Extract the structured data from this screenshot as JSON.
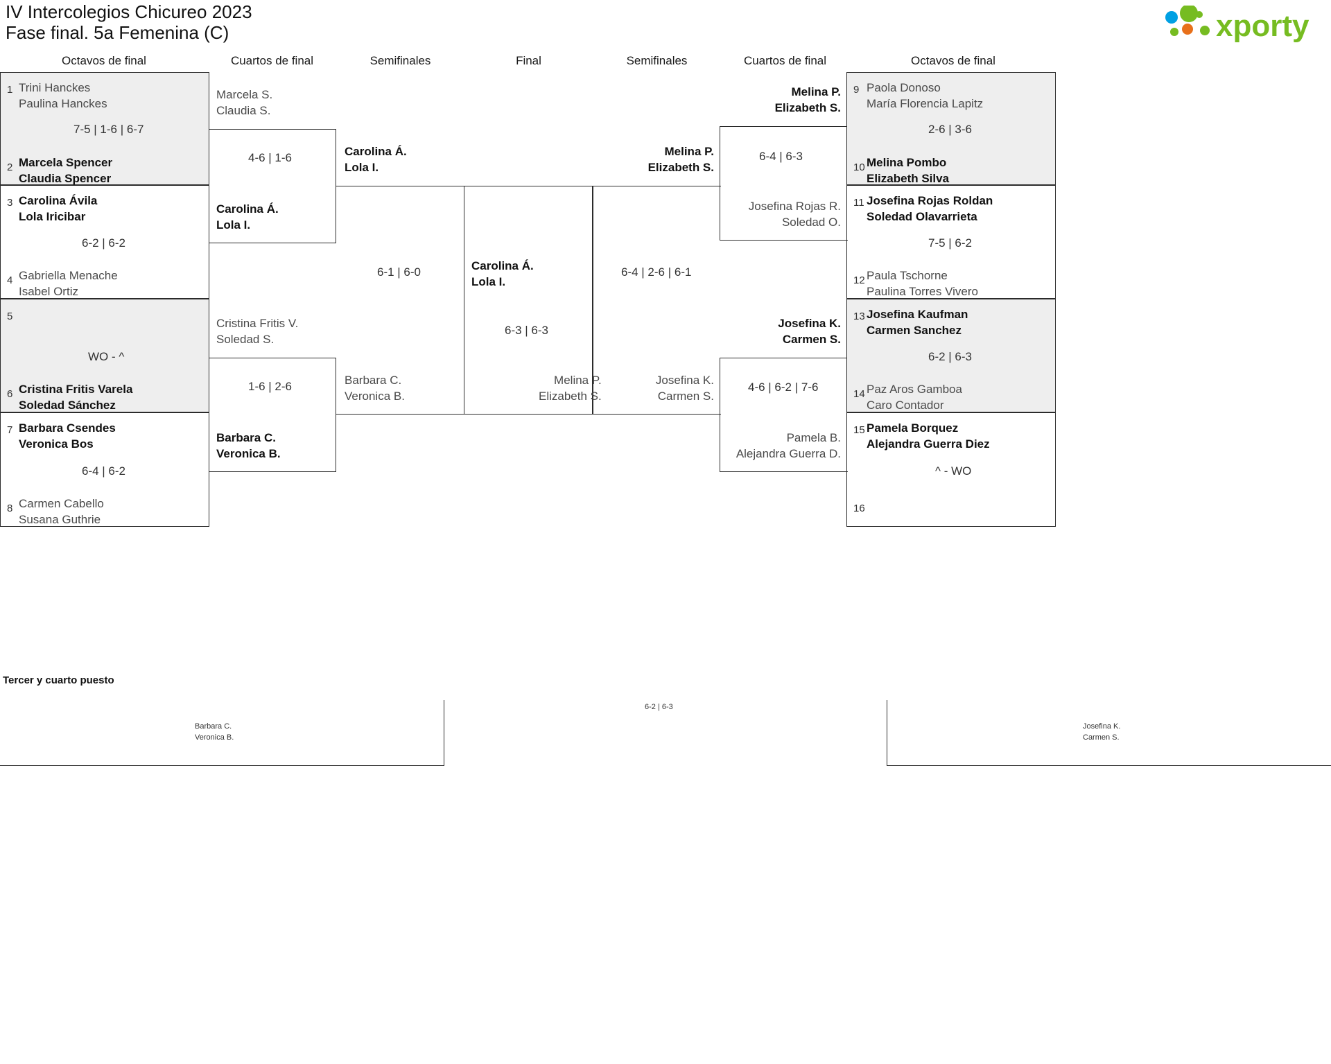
{
  "header": {
    "title_line1": "IV Intercolegios Chicureo 2023",
    "title_line2": "Fase final. 5a Femenina (C)",
    "logo_text": "xporty",
    "logo_colors": {
      "green": "#76bc21",
      "blue": "#00a0e3",
      "orange": "#e8701a"
    }
  },
  "round_headers": {
    "r16_left": "Octavos de final",
    "qf_left": "Cuartos de final",
    "sf_left": "Semifinales",
    "final": "Final",
    "sf_right": "Semifinales",
    "qf_right": "Cuartos de final",
    "r16_right": "Octavos de final"
  },
  "left_r16": [
    {
      "seed": "1",
      "p1": "Trini Hanckes",
      "p2": "Paulina Hanckes",
      "winner": false,
      "shaded": true
    },
    {
      "seed": "2",
      "p1": "Marcela Spencer",
      "p2": "Claudia Spencer",
      "winner": true,
      "shaded": true
    },
    {
      "seed": "3",
      "p1": "Carolina Ávila",
      "p2": "Lola Iricibar",
      "winner": true,
      "shaded": false
    },
    {
      "seed": "4",
      "p1": "Gabriella Menache",
      "p2": "Isabel Ortiz",
      "winner": false,
      "shaded": false
    },
    {
      "seed": "5",
      "p1": "",
      "p2": "",
      "winner": false,
      "shaded": true
    },
    {
      "seed": "6",
      "p1": "Cristina Fritis Varela",
      "p2": "Soledad Sánchez",
      "winner": true,
      "shaded": true
    },
    {
      "seed": "7",
      "p1": "Barbara Csendes",
      "p2": "Veronica Bos",
      "winner": true,
      "shaded": false
    },
    {
      "seed": "8",
      "p1": "Carmen Cabello",
      "p2": "Susana Guthrie",
      "winner": false,
      "shaded": false
    }
  ],
  "left_r16_scores": [
    "7-5 | 1-6 | 6-7",
    "6-2 | 6-2",
    "WO - ^",
    "6-4 | 6-2"
  ],
  "right_r16": [
    {
      "seed": "9",
      "p1": "Paola Donoso",
      "p2": "María Florencia Lapitz",
      "winner": false,
      "shaded": true
    },
    {
      "seed": "10",
      "p1": "Melina Pombo",
      "p2": "Elizabeth Silva",
      "winner": true,
      "shaded": true
    },
    {
      "seed": "11",
      "p1": "Josefina Rojas Roldan",
      "p2": "Soledad Olavarrieta",
      "winner": true,
      "shaded": false
    },
    {
      "seed": "12",
      "p1": "Paula Tschorne",
      "p2": "Paulina Torres Vivero",
      "winner": false,
      "shaded": false
    },
    {
      "seed": "13",
      "p1": "Josefina Kaufman",
      "p2": "Carmen Sanchez",
      "winner": true,
      "shaded": true
    },
    {
      "seed": "14",
      "p1": "Paz Aros Gamboa",
      "p2": "Caro Contador",
      "winner": false,
      "shaded": true
    },
    {
      "seed": "15",
      "p1": "Pamela Borquez",
      "p2": "Alejandra Guerra Diez",
      "winner": true,
      "shaded": false
    },
    {
      "seed": "16",
      "p1": "",
      "p2": "",
      "winner": false,
      "shaded": false
    }
  ],
  "right_r16_scores": [
    "2-6 | 3-6",
    "7-5 | 6-2",
    "6-2 | 6-3",
    "^ - WO"
  ],
  "left_qf": [
    {
      "p1": "Marcela S.",
      "p2": "Claudia S.",
      "winner": false
    },
    {
      "p1": "Carolina Á.",
      "p2": "Lola I.",
      "winner": true
    },
    {
      "p1": "Cristina Fritis V.",
      "p2": "Soledad S.",
      "winner": false
    },
    {
      "p1": "Barbara C.",
      "p2": "Veronica B.",
      "winner": true
    }
  ],
  "left_qf_scores": [
    "4-6 | 1-6",
    "1-6 | 2-6"
  ],
  "right_qf": [
    {
      "p1": "Melina P.",
      "p2": "Elizabeth S.",
      "winner": true
    },
    {
      "p1": "Josefina Rojas R.",
      "p2": "Soledad O.",
      "winner": false
    },
    {
      "p1": "Josefina K.",
      "p2": "Carmen S.",
      "winner": true
    },
    {
      "p1": "Pamela B.",
      "p2": "Alejandra Guerra D.",
      "winner": false
    }
  ],
  "right_qf_scores": [
    "6-4 | 6-3",
    "4-6 | 6-2 | 7-6"
  ],
  "left_sf": [
    {
      "p1": "Carolina Á.",
      "p2": "Lola I.",
      "winner": true
    },
    {
      "p1": "Barbara C.",
      "p2": "Veronica B.",
      "winner": false
    }
  ],
  "left_sf_score": "6-1 | 6-0",
  "right_sf": [
    {
      "p1": "Melina P.",
      "p2": "Elizabeth S.",
      "winner": true
    },
    {
      "p1": "Josefina K.",
      "p2": "Carmen S.",
      "winner": false
    }
  ],
  "right_sf_score": "6-4 | 2-6 | 6-1",
  "final_match": {
    "winner_p1": "Carolina Á.",
    "winner_p2": "Lola I.",
    "runner_p1": "Melina P.",
    "runner_p2": "Elizabeth S.",
    "score": "6-3 | 6-3"
  },
  "third_place": {
    "title": "Tercer y cuarto puesto",
    "left_p1": "Barbara C.",
    "left_p2": "Veronica B.",
    "right_p1": "Josefina K.",
    "right_p2": "Carmen S.",
    "score": "6-2 | 6-3"
  }
}
